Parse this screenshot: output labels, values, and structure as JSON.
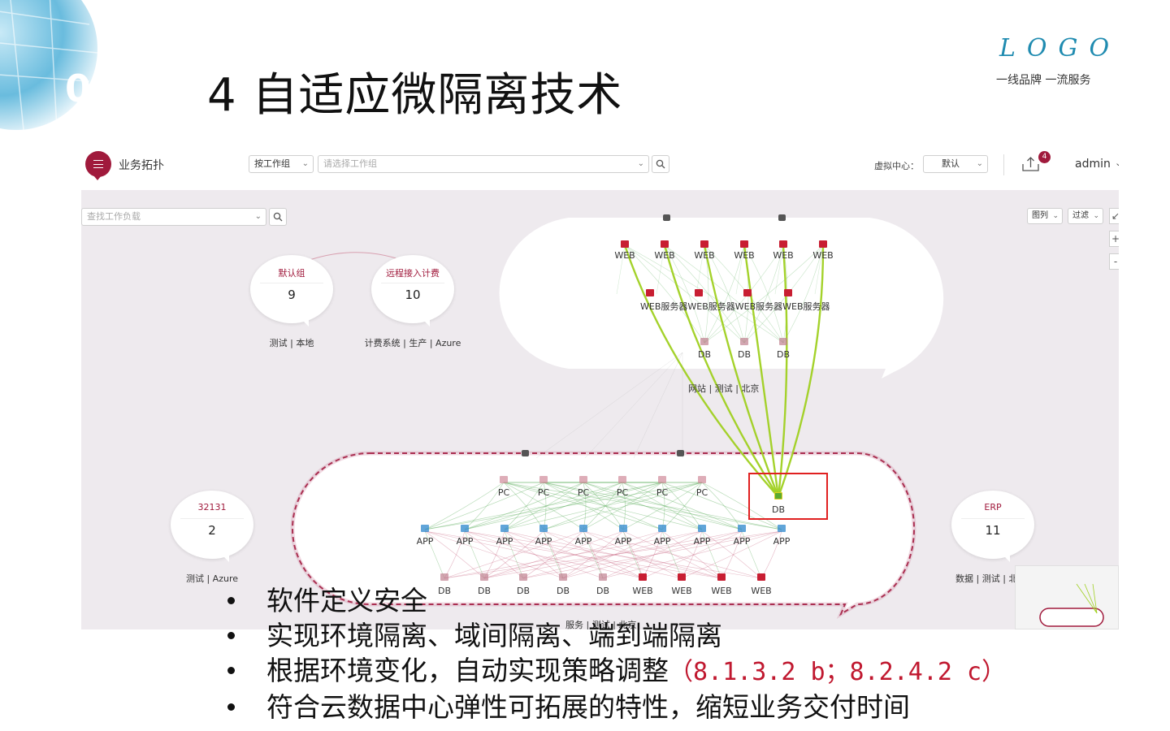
{
  "slide": {
    "title": "4 自适应微隔离技术",
    "logo": "LOGO",
    "logo_tagline": "一线品牌 一流服务"
  },
  "app": {
    "name": "业务拓扑",
    "group_mode": "按工作组",
    "workgroup_placeholder": "请选择工作组",
    "virtual_center_label": "虚拟中心：",
    "virtual_center_value": "默认",
    "notification_count": "4",
    "user": "admin",
    "workload_search_placeholder": "查找工作负载",
    "view_mode": "图列",
    "filter_label": "过滤",
    "zoom_in": "+",
    "zoom_out": "-"
  },
  "groups": [
    {
      "name": "默认组",
      "count": "9",
      "meta": "测试 | 本地"
    },
    {
      "name": "远程接入计费",
      "count": "10",
      "meta": "计费系统 | 生产 | Azure"
    },
    {
      "name": "32131",
      "count": "2",
      "meta": "测试 | Azure"
    },
    {
      "name": "ERP",
      "count": "11",
      "meta": "数据 | 测试 | 北"
    }
  ],
  "top_cluster": {
    "web_nodes": [
      "WEB",
      "WEB",
      "WEB",
      "WEB",
      "WEB",
      "WEB"
    ],
    "service_label": "WEB服务器WEB服务器WEB服务器WEB服务器",
    "db_nodes": [
      "DB",
      "DB",
      "DB"
    ],
    "meta": "网站 | 测试 | 北京"
  },
  "bottom_cluster": {
    "pc_nodes": [
      "PC",
      "PC",
      "PC",
      "PC",
      "PC",
      "PC"
    ],
    "highlight_db": "DB",
    "app_nodes": [
      "APP",
      "APP",
      "APP",
      "APP",
      "APP",
      "APP",
      "APP",
      "APP",
      "APP",
      "APP"
    ],
    "bottom_row": [
      "DB",
      "DB",
      "DB",
      "DB",
      "DB",
      "WEB",
      "WEB",
      "WEB",
      "WEB"
    ],
    "meta": "服务 | 测试 | 北京"
  },
  "bullets": [
    {
      "text": "软件定义安全",
      "ref": ""
    },
    {
      "text": "实现环境隔离、域间隔离、端到端隔离",
      "ref": ""
    },
    {
      "text": "根据环境变化，自动实现策略调整",
      "ref": "（8.1.3.2 b；8.2.4.2 c）"
    },
    {
      "text": "符合云数据中心弹性可拓展的特性，缩短业务交付时间",
      "ref": ""
    }
  ],
  "colors": {
    "brand": "#a01a3c",
    "logo": "#1f8bb0",
    "highlight_edge": "#9fd020",
    "allowed_edge": "#5aae5a",
    "blocked_edge": "#c05070",
    "highlight_box": "#e02020"
  },
  "icons": [
    "menu-icon",
    "search-icon",
    "chevron-down-icon",
    "upload-icon",
    "workload-icon"
  ]
}
